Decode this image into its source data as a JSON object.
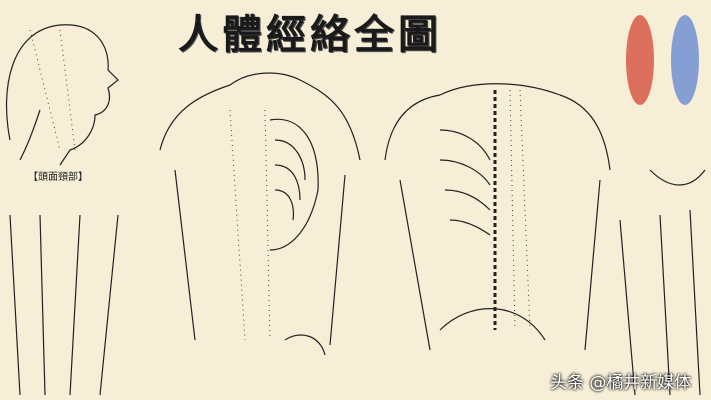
{
  "title": "人體經絡全圖",
  "head_caption": "【頭面頸部】",
  "watermark": "头条 @橘井新媒体",
  "colors": {
    "background": "#f6eed6",
    "line": "#222222",
    "points": "#5a3a1a",
    "foot_chart": "#d33a2a"
  }
}
